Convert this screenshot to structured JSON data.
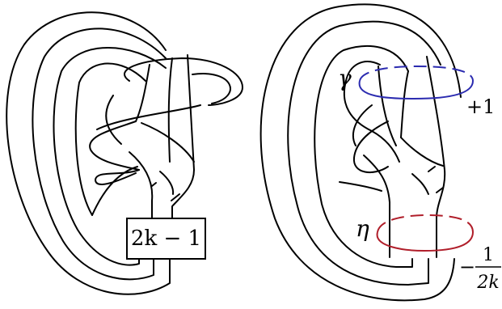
{
  "left_diagram": {
    "box_label": "2k − 1"
  },
  "right_diagram": {
    "gamma": {
      "label": "γ",
      "framing": "+1",
      "color": "#2b2bb0"
    },
    "eta": {
      "label": "η",
      "framing_sign": "−",
      "framing_numerator": "1",
      "framing_denominator": "2k",
      "color": "#b01e2a"
    }
  }
}
